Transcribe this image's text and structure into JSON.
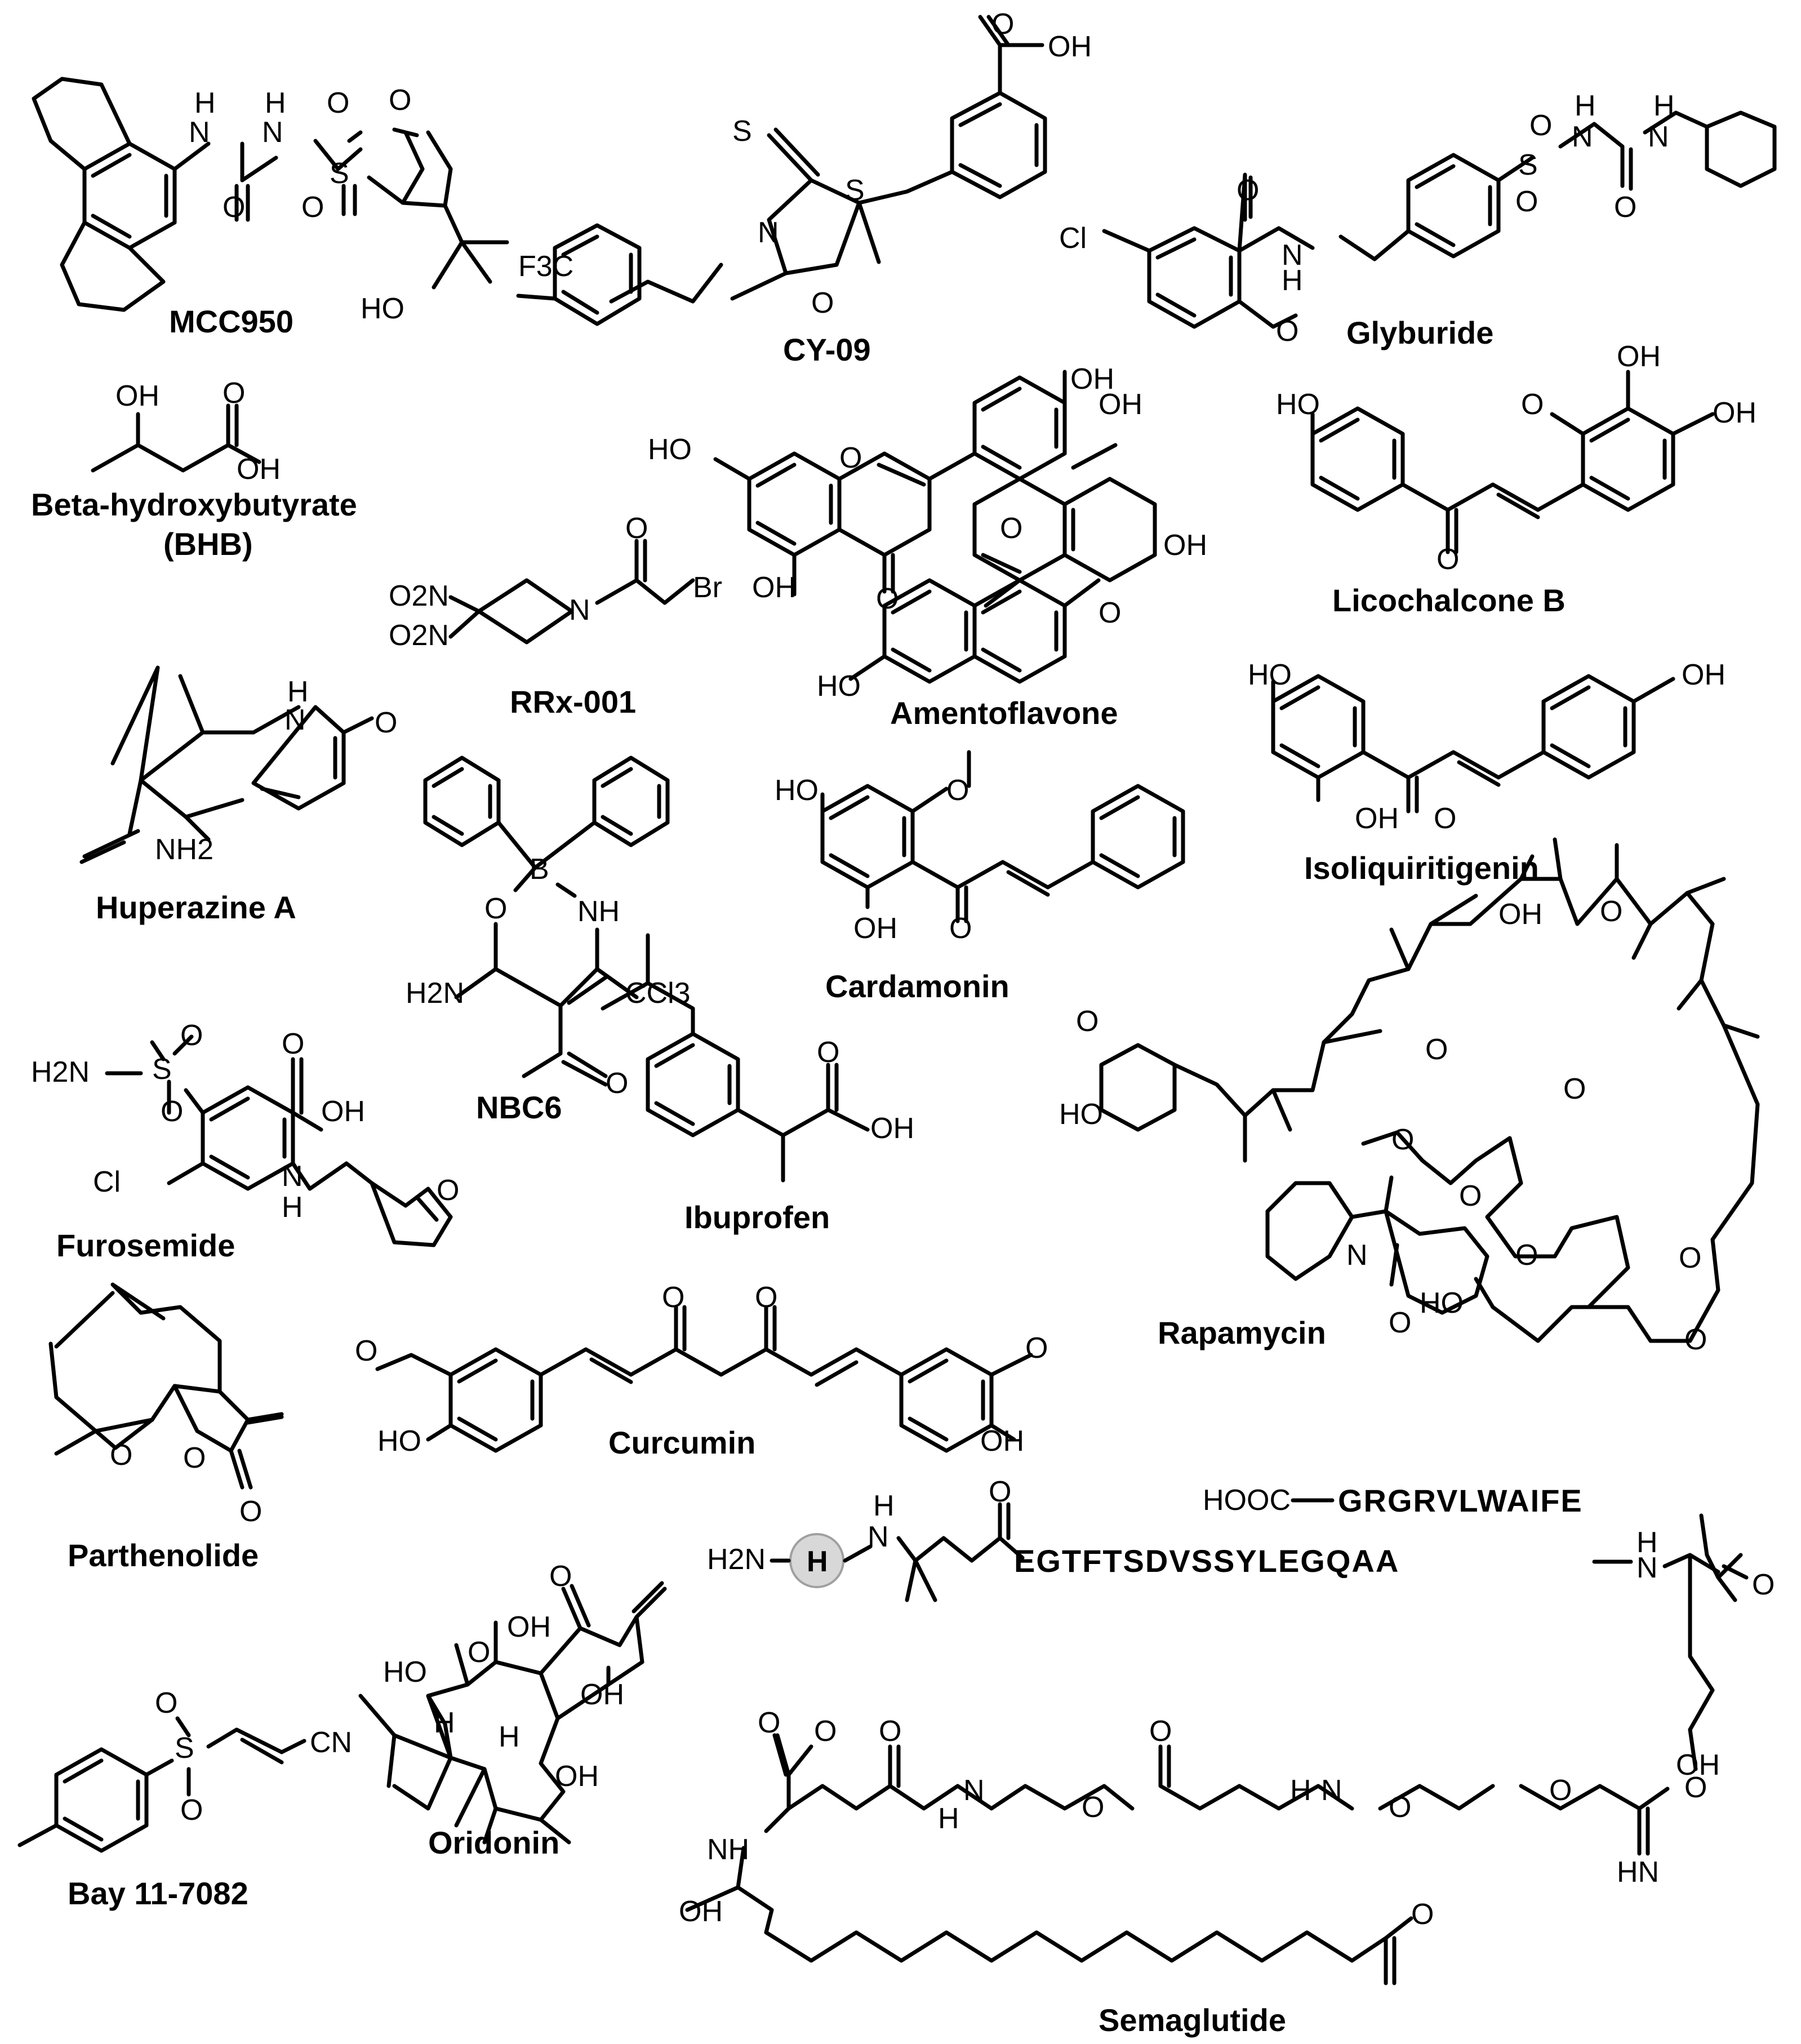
{
  "compounds": [
    {
      "id": "mcc950",
      "name": "MCC950",
      "atoms": [
        "H",
        "N",
        "H",
        "N",
        "O",
        "O",
        "O",
        "S",
        "O",
        "HO"
      ]
    },
    {
      "id": "cy09",
      "name": "CY-09",
      "atoms": [
        "O",
        "OH",
        "S",
        "S",
        "N",
        "O",
        "F3C"
      ]
    },
    {
      "id": "glyburide",
      "name": "Glyburide",
      "atoms": [
        "O",
        "S",
        "O",
        "H",
        "N",
        "H",
        "N",
        "O",
        "Cl",
        "O",
        "N",
        "H",
        "O"
      ]
    },
    {
      "id": "bhb",
      "name": "Beta-hydroxybutyrate",
      "name2": "(BHB)",
      "atoms": [
        "OH",
        "O",
        "OH"
      ]
    },
    {
      "id": "amentoflavone",
      "name": "Amentoflavone",
      "atoms": [
        "OH",
        "HO",
        "O",
        "OH",
        "OH",
        "O",
        "OH",
        "O",
        "O",
        "HO"
      ]
    },
    {
      "id": "licochalconeb",
      "name": "Licochalcone B",
      "atoms": [
        "HO",
        "O",
        "OH",
        "OH",
        "O"
      ]
    },
    {
      "id": "rrx001",
      "name": "RRx-001",
      "atoms": [
        "O2N",
        "O2N",
        "N",
        "O",
        "Br"
      ]
    },
    {
      "id": "huperazinea",
      "name": "Huperazine A",
      "atoms": [
        "H",
        "N",
        "O",
        "NH2"
      ]
    },
    {
      "id": "isoliquiritigenin",
      "name": "Isoliquiritigenin",
      "atoms": [
        "HO",
        "OH",
        "OH",
        "O"
      ]
    },
    {
      "id": "nbc6",
      "name": "NBC6",
      "atoms": [
        "B",
        "O",
        "NH",
        "H2N",
        "CCl3",
        "O"
      ]
    },
    {
      "id": "cardamonin",
      "name": "Cardamonin",
      "atoms": [
        "HO",
        "O",
        "OH",
        "O"
      ]
    },
    {
      "id": "furosemide",
      "name": "Furosemide",
      "atoms": [
        "H2N",
        "S",
        "O",
        "O",
        "O",
        "OH",
        "Cl",
        "N",
        "H",
        "O"
      ]
    },
    {
      "id": "ibuprofen",
      "name": "Ibuprofen",
      "atoms": [
        "O",
        "OH"
      ]
    },
    {
      "id": "rapamycin",
      "name": "Rapamycin",
      "atoms": [
        "OH",
        "O",
        "O",
        "O",
        "O",
        "HO",
        "O",
        "N",
        "O",
        "O",
        "O",
        "HO",
        "O",
        "O"
      ]
    },
    {
      "id": "parthenolide",
      "name": "Parthenolide",
      "atoms": [
        "O",
        "O",
        "O"
      ]
    },
    {
      "id": "curcumin",
      "name": "Curcumin",
      "atoms": [
        "O",
        "O",
        "O",
        "O",
        "HO",
        "OH"
      ]
    },
    {
      "id": "bay117082",
      "name": "Bay 11-7082",
      "atoms": [
        "O",
        "S",
        "O",
        "CN"
      ]
    },
    {
      "id": "oridonin",
      "name": "Oridonin",
      "atoms": [
        "OH",
        "O",
        "O",
        "HO",
        "OH",
        "H",
        "H",
        "OH"
      ]
    },
    {
      "id": "semaglutide",
      "name": "Semaglutide",
      "atoms": [
        "HOOC",
        "H2N",
        "H",
        "H",
        "N",
        "O",
        "H",
        "N",
        "O",
        "O",
        "OH",
        "HN",
        "O",
        "H",
        "N",
        "O",
        "O",
        "O",
        "N",
        "H",
        "O",
        "NH",
        "O",
        "O",
        "OH",
        "O"
      ]
    }
  ],
  "sequences": {
    "top": "GRGRVLWAIFE",
    "main": "EGTFTSDVSSYLEGQAA"
  }
}
